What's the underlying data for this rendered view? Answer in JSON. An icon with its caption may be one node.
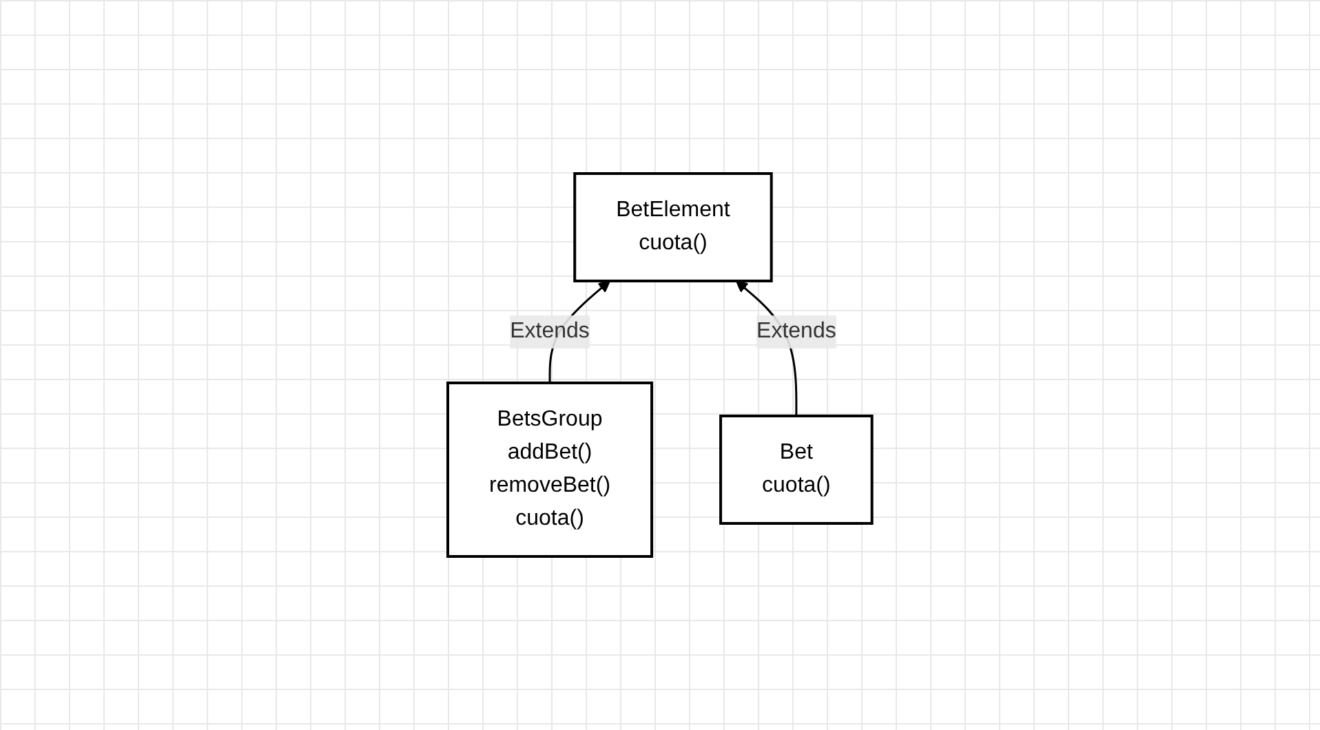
{
  "diagram": {
    "nodes": [
      {
        "text": [
          "BetElement",
          "cuota()"
        ]
      },
      {
        "text": [
          "BetsGroup",
          "addBet()",
          "removeBet()",
          "cuota()"
        ]
      },
      {
        "text": [
          "Bet",
          "cuota()"
        ]
      }
    ],
    "edges": [
      {
        "from": 1,
        "to": 0,
        "arrow": "to",
        "label": "Extends"
      },
      {
        "from": 2,
        "to": 0,
        "arrow": "to",
        "label": "Extends"
      }
    ]
  }
}
